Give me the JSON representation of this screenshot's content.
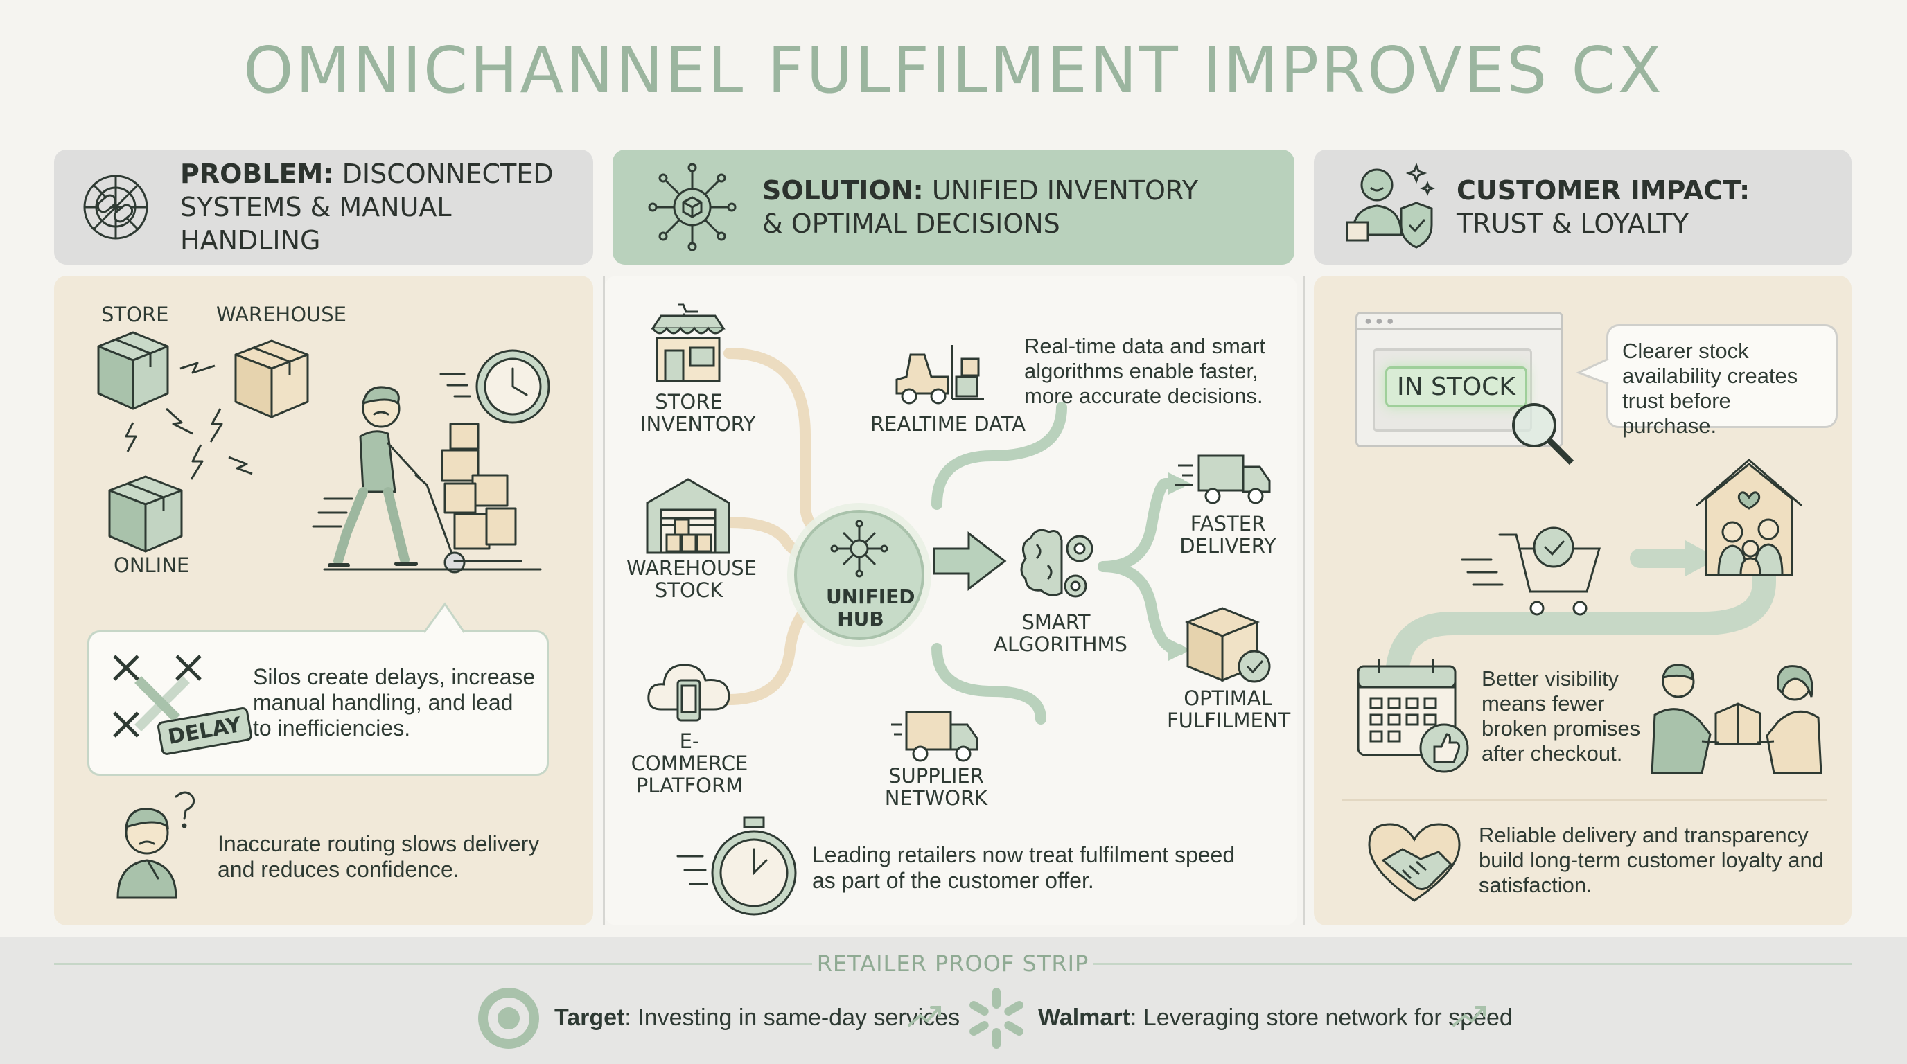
{
  "title": "OMNICHANNEL FULFILMENT IMPROVES CX",
  "problem": {
    "header_bold": "PROBLEM:",
    "header_rest_1": " DISCONNECTED",
    "header_line2": "SYSTEMS & MANUAL HANDLING",
    "label_store": "STORE",
    "label_warehouse": "WAREHOUSE",
    "label_online": "ONLINE",
    "delay_badge": "DELAY",
    "silos_text": "Silos create delays, increase manual handling, and lead to inefficiencies.",
    "routing_text": "Inaccurate routing slows delivery and reduces confidence."
  },
  "solution": {
    "header_bold": "SOLUTION:",
    "header_rest_1": " UNIFIED INVENTORY",
    "header_line2": "& OPTIMAL DECISIONS",
    "store_inventory": "STORE\nINVENTORY",
    "warehouse_stock": "WAREHOUSE\nSTOCK",
    "ecommerce": "E-COMMERCE\nPLATFORM",
    "realtime_data": "REALTIME DATA",
    "realtime_desc": "Real-time data and smart algorithms enable faster, more accurate decisions.",
    "hub": "UNIFIED\nHUB",
    "supplier": "SUPPLIER\nNETWORK",
    "smart_algorithms": "SMART\nALGORITHMS",
    "faster_delivery": "FASTER\nDELIVERY",
    "optimal_fulfilment": "OPTIMAL\nFULFILMENT",
    "speed_text": "Leading retailers now treat fulfilment speed as part of the customer offer."
  },
  "impact": {
    "header_bold": "CUSTOMER IMPACT:",
    "header_line2": "TRUST & LOYALTY",
    "in_stock": "IN STOCK",
    "stock_bubble": "Clearer stock availability creates trust before purchase.",
    "visibility_text": "Better visibility means fewer broken promises after checkout.",
    "loyalty_text": "Reliable delivery and transparency build long-term customer loyalty and satisfaction."
  },
  "strip": {
    "title": "RETAILER PROOF STRIP",
    "target_name": "Target",
    "target_text": ": Investing in same-day services",
    "walmart_name": "Walmart",
    "walmart_text": ": Leveraging store network for speed"
  },
  "colors": {
    "sage": "#9bb59f",
    "sage_dark": "#7fa184",
    "beige": "#f1e9d9",
    "header_gray": "#dededd",
    "header_green": "#b9d1bc"
  }
}
